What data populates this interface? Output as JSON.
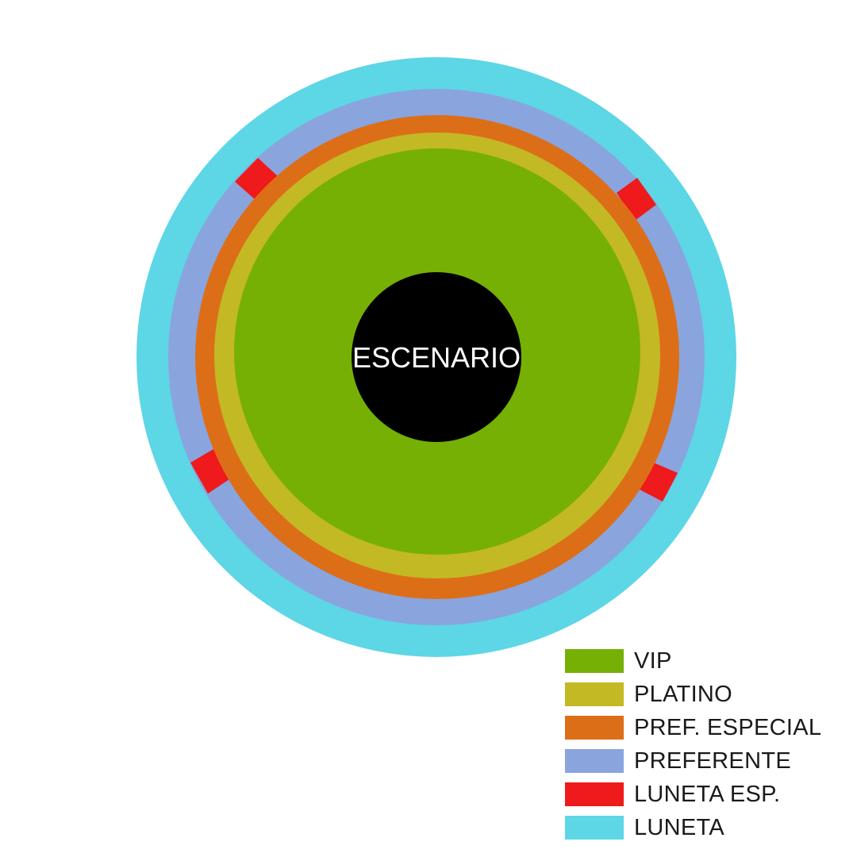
{
  "stage": {
    "label": "ESCENARIO",
    "color": "#000000"
  },
  "zones": [
    {
      "id": "vip",
      "label": "VIP",
      "color": "#76B005"
    },
    {
      "id": "platino",
      "label": "PLATINO",
      "color": "#C3B924"
    },
    {
      "id": "pref-especial",
      "label": "PREF. ESPECIAL",
      "color": "#DD6E18"
    },
    {
      "id": "preferente",
      "label": "PREFERENTE",
      "color": "#8AA4DE"
    },
    {
      "id": "luneta-esp",
      "label": "LUNETA ESP.",
      "color": "#EE1A1B"
    },
    {
      "id": "luneta",
      "label": "LUNETA",
      "color": "#5DD6E6"
    }
  ]
}
